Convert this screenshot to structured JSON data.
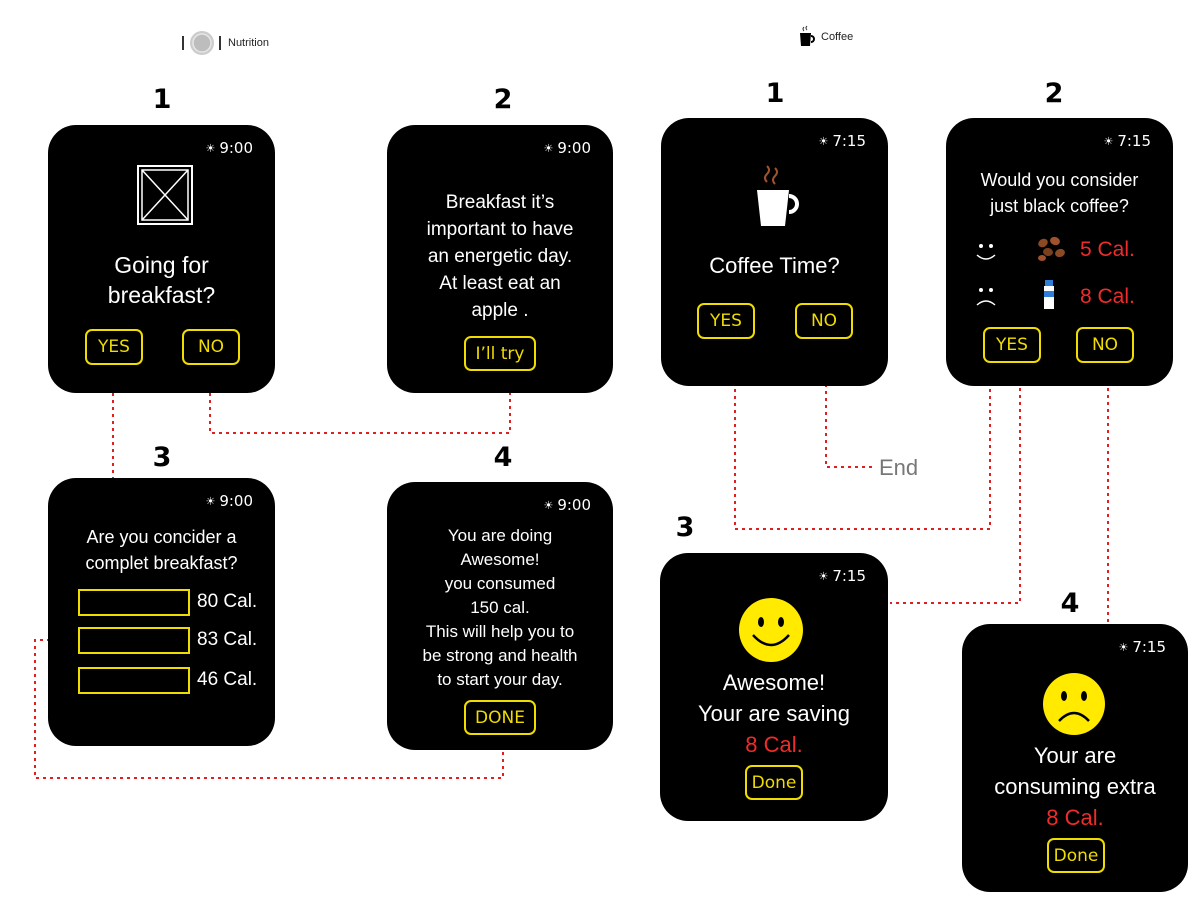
{
  "sections": {
    "nutrition": {
      "title": "Nutrition",
      "icon": "plate-cutlery-icon"
    },
    "coffee": {
      "title": "Coffee",
      "icon": "coffee-cup-icon"
    }
  },
  "colors": {
    "accent": "#f0dc00",
    "warning": "#ef2b2b",
    "connector": "#e02020",
    "screen": "#000000"
  },
  "nutrition": {
    "s1": {
      "step": "1",
      "time": "9:00",
      "image": "image-placeholder-icon",
      "title_line1": "Going for",
      "title_line2": "breakfast?",
      "yes": "YES",
      "no": "NO"
    },
    "s2": {
      "step": "2",
      "time": "9:00",
      "lines": [
        "Breakfast it’s",
        "important to have",
        "an energetic day.",
        "At least eat an",
        "apple ."
      ],
      "button": "I’ll try"
    },
    "s3": {
      "step": "3",
      "time": "9:00",
      "lines": [
        "Are you concider a",
        "complet breakfast?"
      ],
      "options": [
        "80 Cal.",
        "83 Cal.",
        "46 Cal."
      ]
    },
    "s4": {
      "step": "4",
      "time": "9:00",
      "lines": [
        "You are doing",
        "Awesome!",
        "you consumed",
        "150 cal.",
        "This will help you to",
        "be strong and health",
        "to start your day."
      ],
      "button": "DONE"
    }
  },
  "coffee": {
    "s1": {
      "step": "1",
      "time": "7:15",
      "icon": "coffee-cup-icon",
      "title": "Coffee Time?",
      "yes": "YES",
      "no": "NO"
    },
    "s2": {
      "step": "2",
      "time": "7:15",
      "lines": [
        "Would you consider",
        "just black coffee?"
      ],
      "option1": {
        "icon": "coffee-beans-icon",
        "face": "smiley-face-icon",
        "label": "5 Cal."
      },
      "option2": {
        "icon": "milk-bottle-icon",
        "face": "sad-face-icon",
        "label": "8 Cal."
      },
      "yes": "YES",
      "no": "NO"
    },
    "s3": {
      "step": "3",
      "time": "7:15",
      "lines": [
        "Awesome!",
        "Your are saving"
      ],
      "highlight": "8 Cal.",
      "button": "Done"
    },
    "s4": {
      "step": "4",
      "time": "7:15",
      "lines": [
        "Your are",
        "consuming extra"
      ],
      "highlight": "8 Cal.",
      "button": "Done"
    },
    "end_label": "End"
  }
}
